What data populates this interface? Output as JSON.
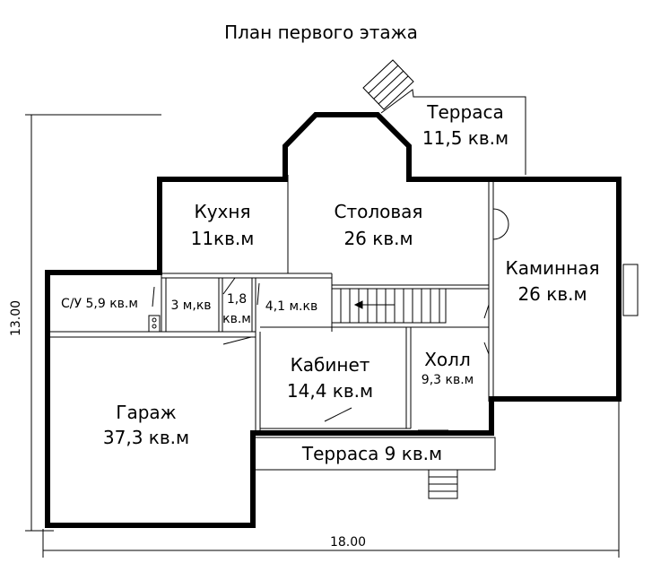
{
  "title": "План первого этажа",
  "dimensions": {
    "width": "18.00",
    "height": "13.00"
  },
  "rooms": {
    "terrace_top": {
      "name": "Терраса",
      "area": "11,5 кв.м"
    },
    "kitchen": {
      "name": "Кухня",
      "area": "11кв.м"
    },
    "dining": {
      "name": "Столовая",
      "area": "26 кв.м"
    },
    "fireplace": {
      "name": "Каминная",
      "area": "26 кв.м"
    },
    "bathroom": {
      "label": "С/У 5,9 кв.м"
    },
    "room3": {
      "label": "3 м,кв"
    },
    "room18": {
      "line1": "1,8",
      "line2": "кв.м"
    },
    "room41": {
      "label": "4,1 м.кв"
    },
    "study": {
      "name": "Кабинет",
      "area": "14,4 кв.м"
    },
    "hall": {
      "name": "Холл",
      "area": "9,3 кв.м"
    },
    "garage": {
      "name": "Гараж",
      "area": "37,3 кв.м"
    },
    "terrace_bottom": {
      "label": "Терраса 9 кв.м"
    }
  }
}
